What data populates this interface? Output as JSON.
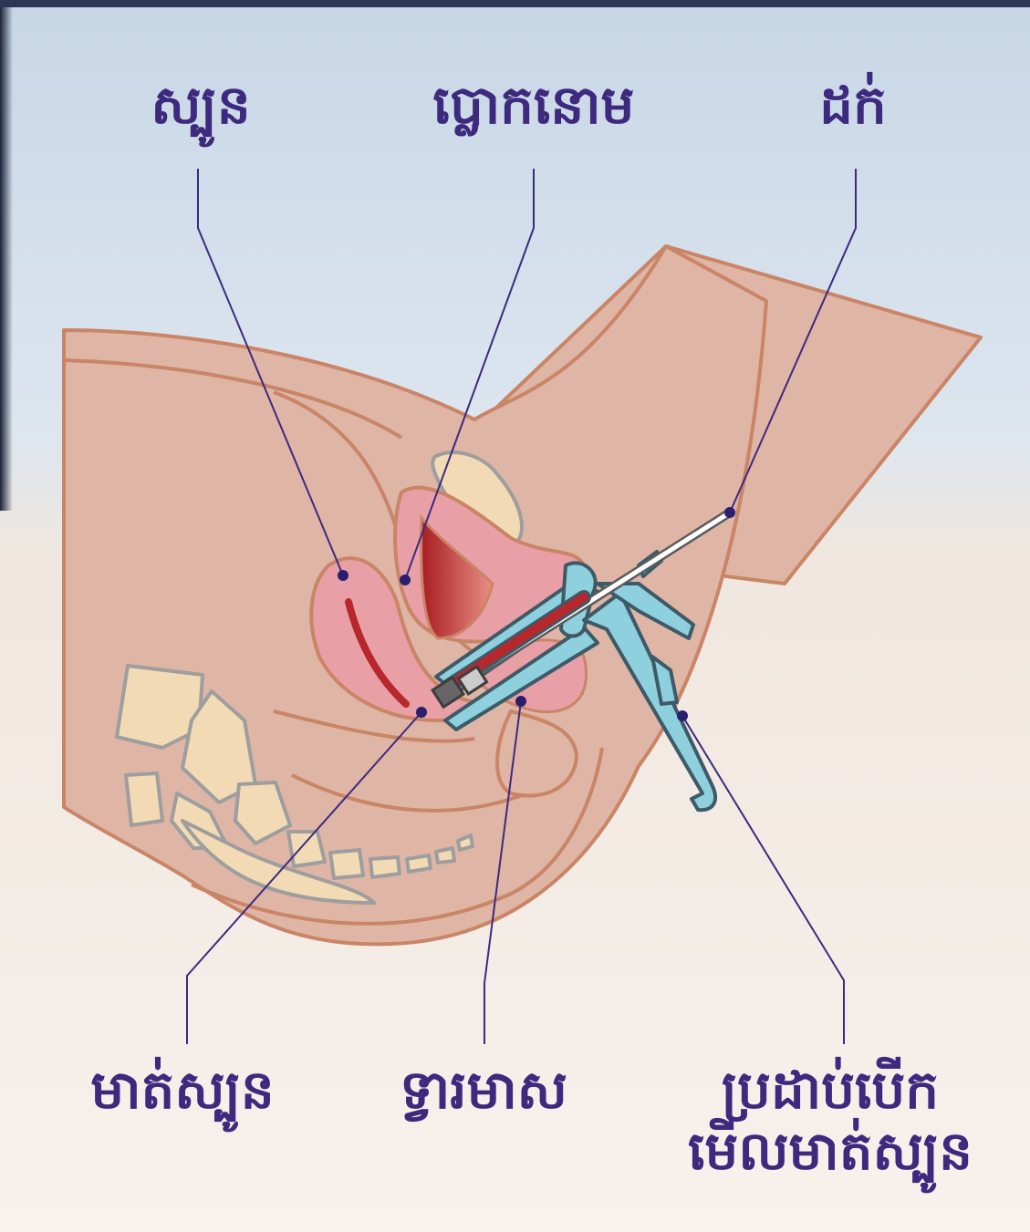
{
  "labels": {
    "uterus": "ស្បូន",
    "bladder": "ប្លោកនោម",
    "swab": "ដក់",
    "cervix": "មាត់ស្បូន",
    "anus": "ទ្វារមាស",
    "speculum_line1": "ប្រដាប់បើក",
    "speculum_line2": "មើលមាត់ស្បូន"
  },
  "colors": {
    "label_text": "#3d2a7e",
    "leader_line": "#3d2a7e",
    "skin_fill": "#dfb5a6",
    "skin_outline": "#c98566",
    "bone_fill": "#f2dbb4",
    "bone_outline": "#9e9e9e",
    "organ_pink": "#e8a0a6",
    "organ_red": "#b7272b",
    "speculum_fill": "#8fd0df",
    "speculum_outline": "#3d5a66"
  }
}
